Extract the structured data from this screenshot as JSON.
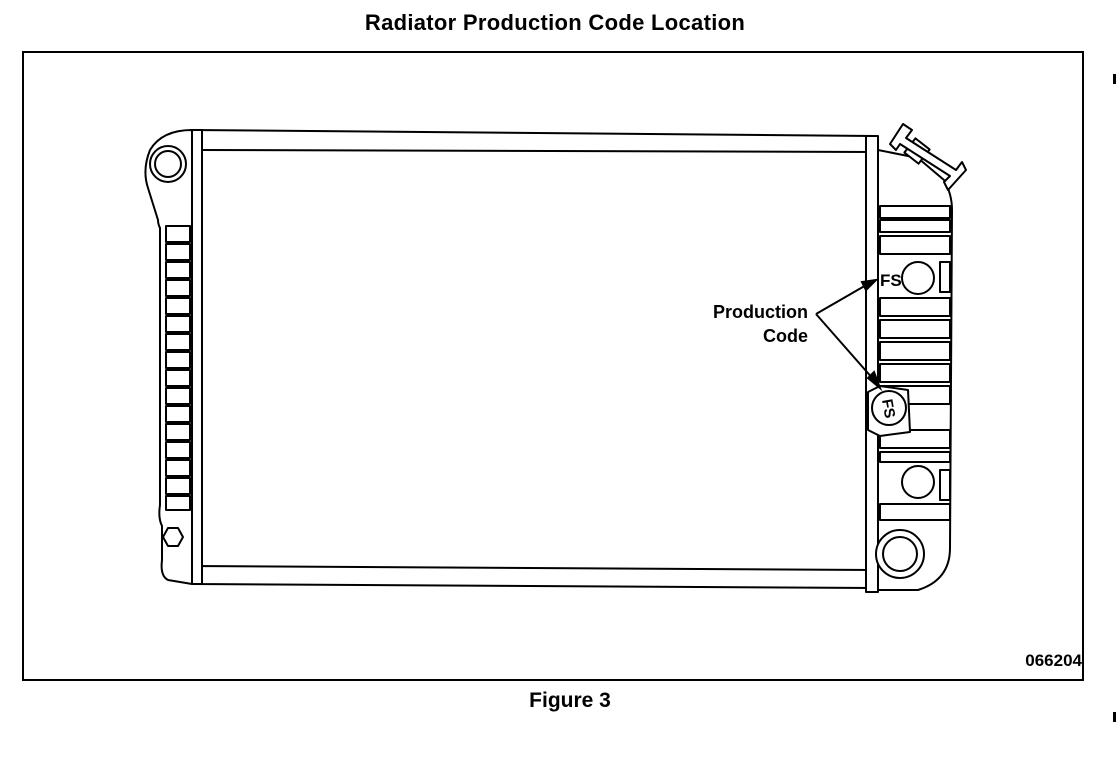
{
  "title": "Radiator Production Code Location",
  "callout": {
    "line1": "Production",
    "line2": "Code"
  },
  "code_marks": [
    "FS",
    "FS"
  ],
  "figure_number": "066204",
  "caption": "Figure 3"
}
